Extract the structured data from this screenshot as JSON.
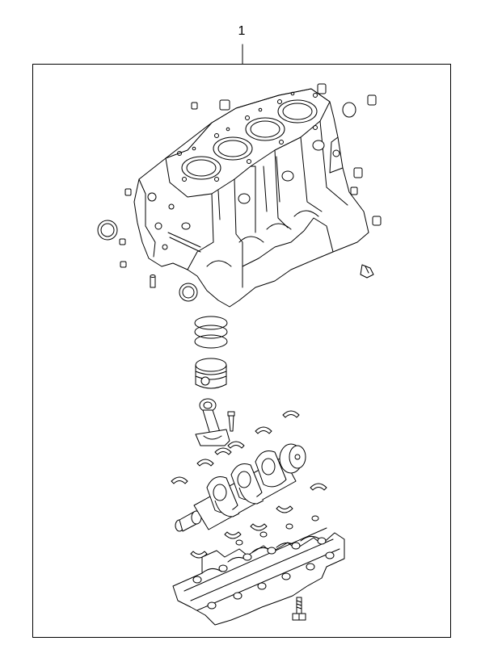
{
  "diagram": {
    "callout": "1",
    "parts": [
      "cylinder-block",
      "piston-rings",
      "piston",
      "connecting-rod",
      "crankshaft",
      "main-bearings",
      "bearing-cap-girdle",
      "bolt"
    ]
  }
}
